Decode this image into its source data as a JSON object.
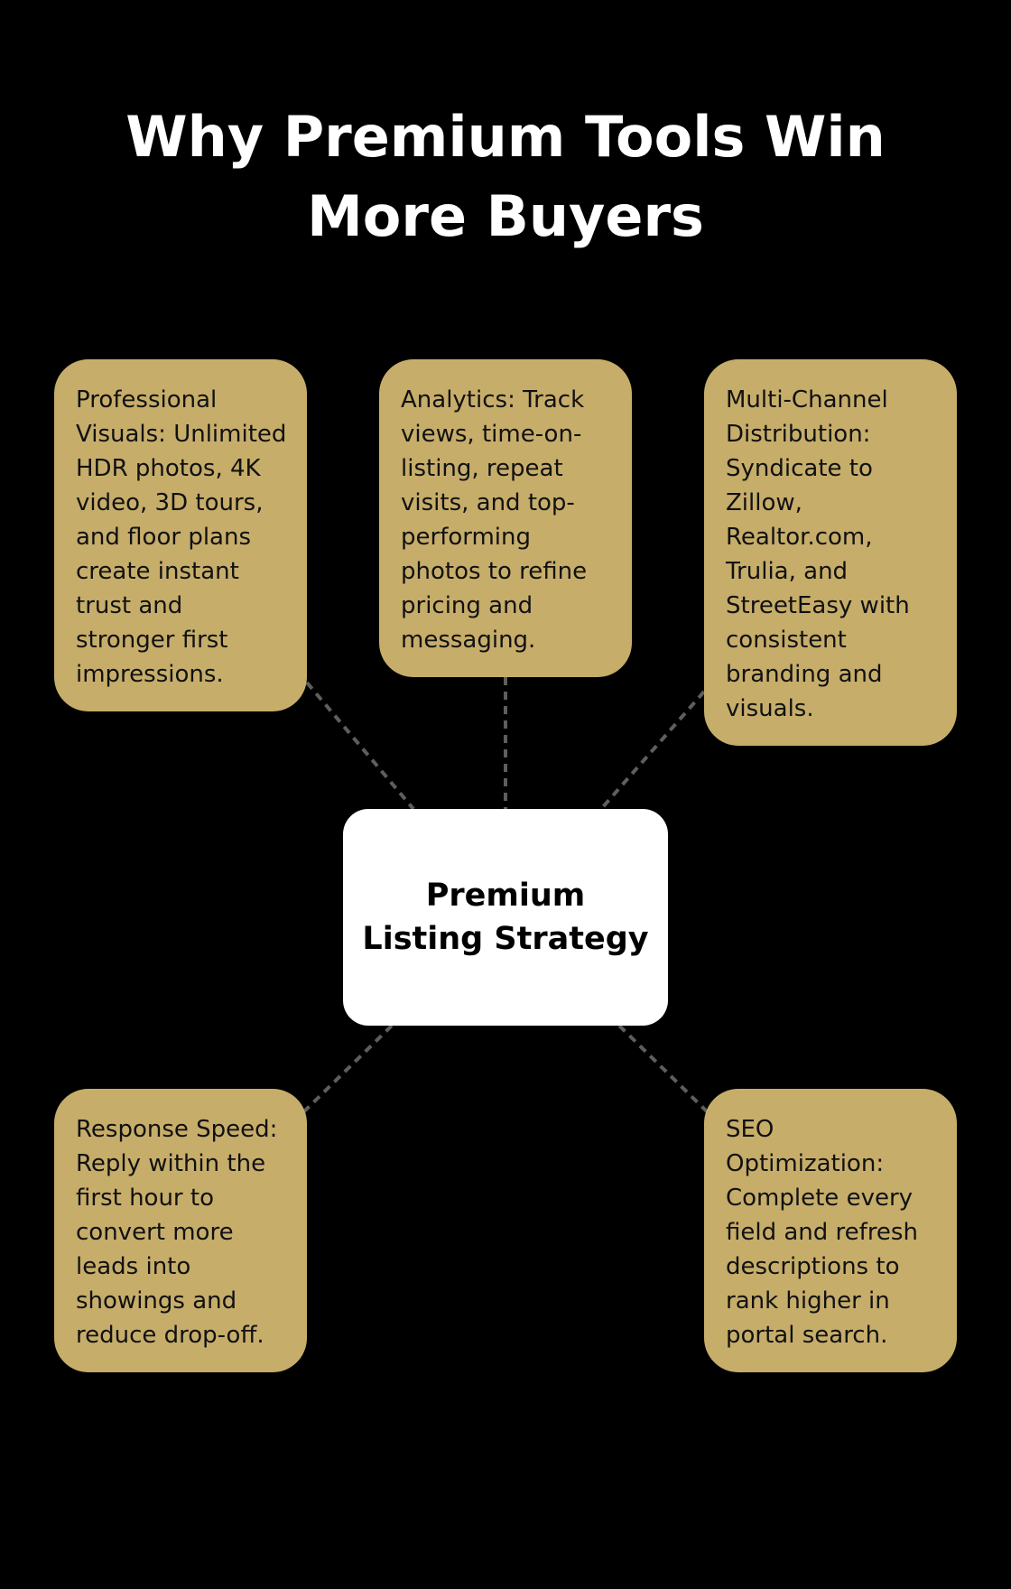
{
  "title": "Why Premium Tools Win More Buyers",
  "center": {
    "label": "Premium Listing Strategy"
  },
  "nodes": [
    {
      "text": "Professional Visuals: Unlimited HDR photos, 4K video, 3D tours, and floor plans create instant trust and stronger first impressions."
    },
    {
      "text": "Analytics: Track views, time-on-listing, repeat visits, and top-performing photos to refine pricing and messaging."
    },
    {
      "text": "Multi-Channel Distribution: Syndicate to Zillow, Realtor.com, Trulia, and StreetEasy with consistent branding and visuals."
    },
    {
      "text": "Response Speed: Reply within the first hour to convert more leads into showings and reduce drop-off."
    },
    {
      "text": "SEO Optimization: Complete every field and refresh descriptions to rank higher in portal search."
    }
  ],
  "colors": {
    "background": "#000000",
    "node_fill": "#c6ad6a",
    "center_fill": "#ffffff",
    "connector": "#5e5e5e",
    "title_text": "#ffffff"
  }
}
